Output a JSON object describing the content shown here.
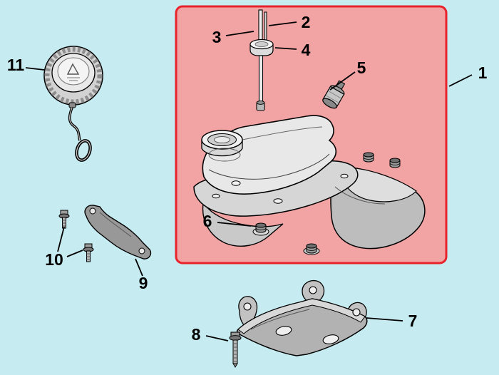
{
  "colors": {
    "background": "#c6ebf1",
    "highlight_fill": "#f2a3a3",
    "highlight_border": "#e8232b",
    "line_art": "#000000"
  },
  "callouts": {
    "1": "1",
    "2": "2",
    "3": "3",
    "4": "4",
    "5": "5",
    "6": "6",
    "7": "7",
    "8": "8",
    "9": "9",
    "10": "10",
    "11": "11"
  }
}
